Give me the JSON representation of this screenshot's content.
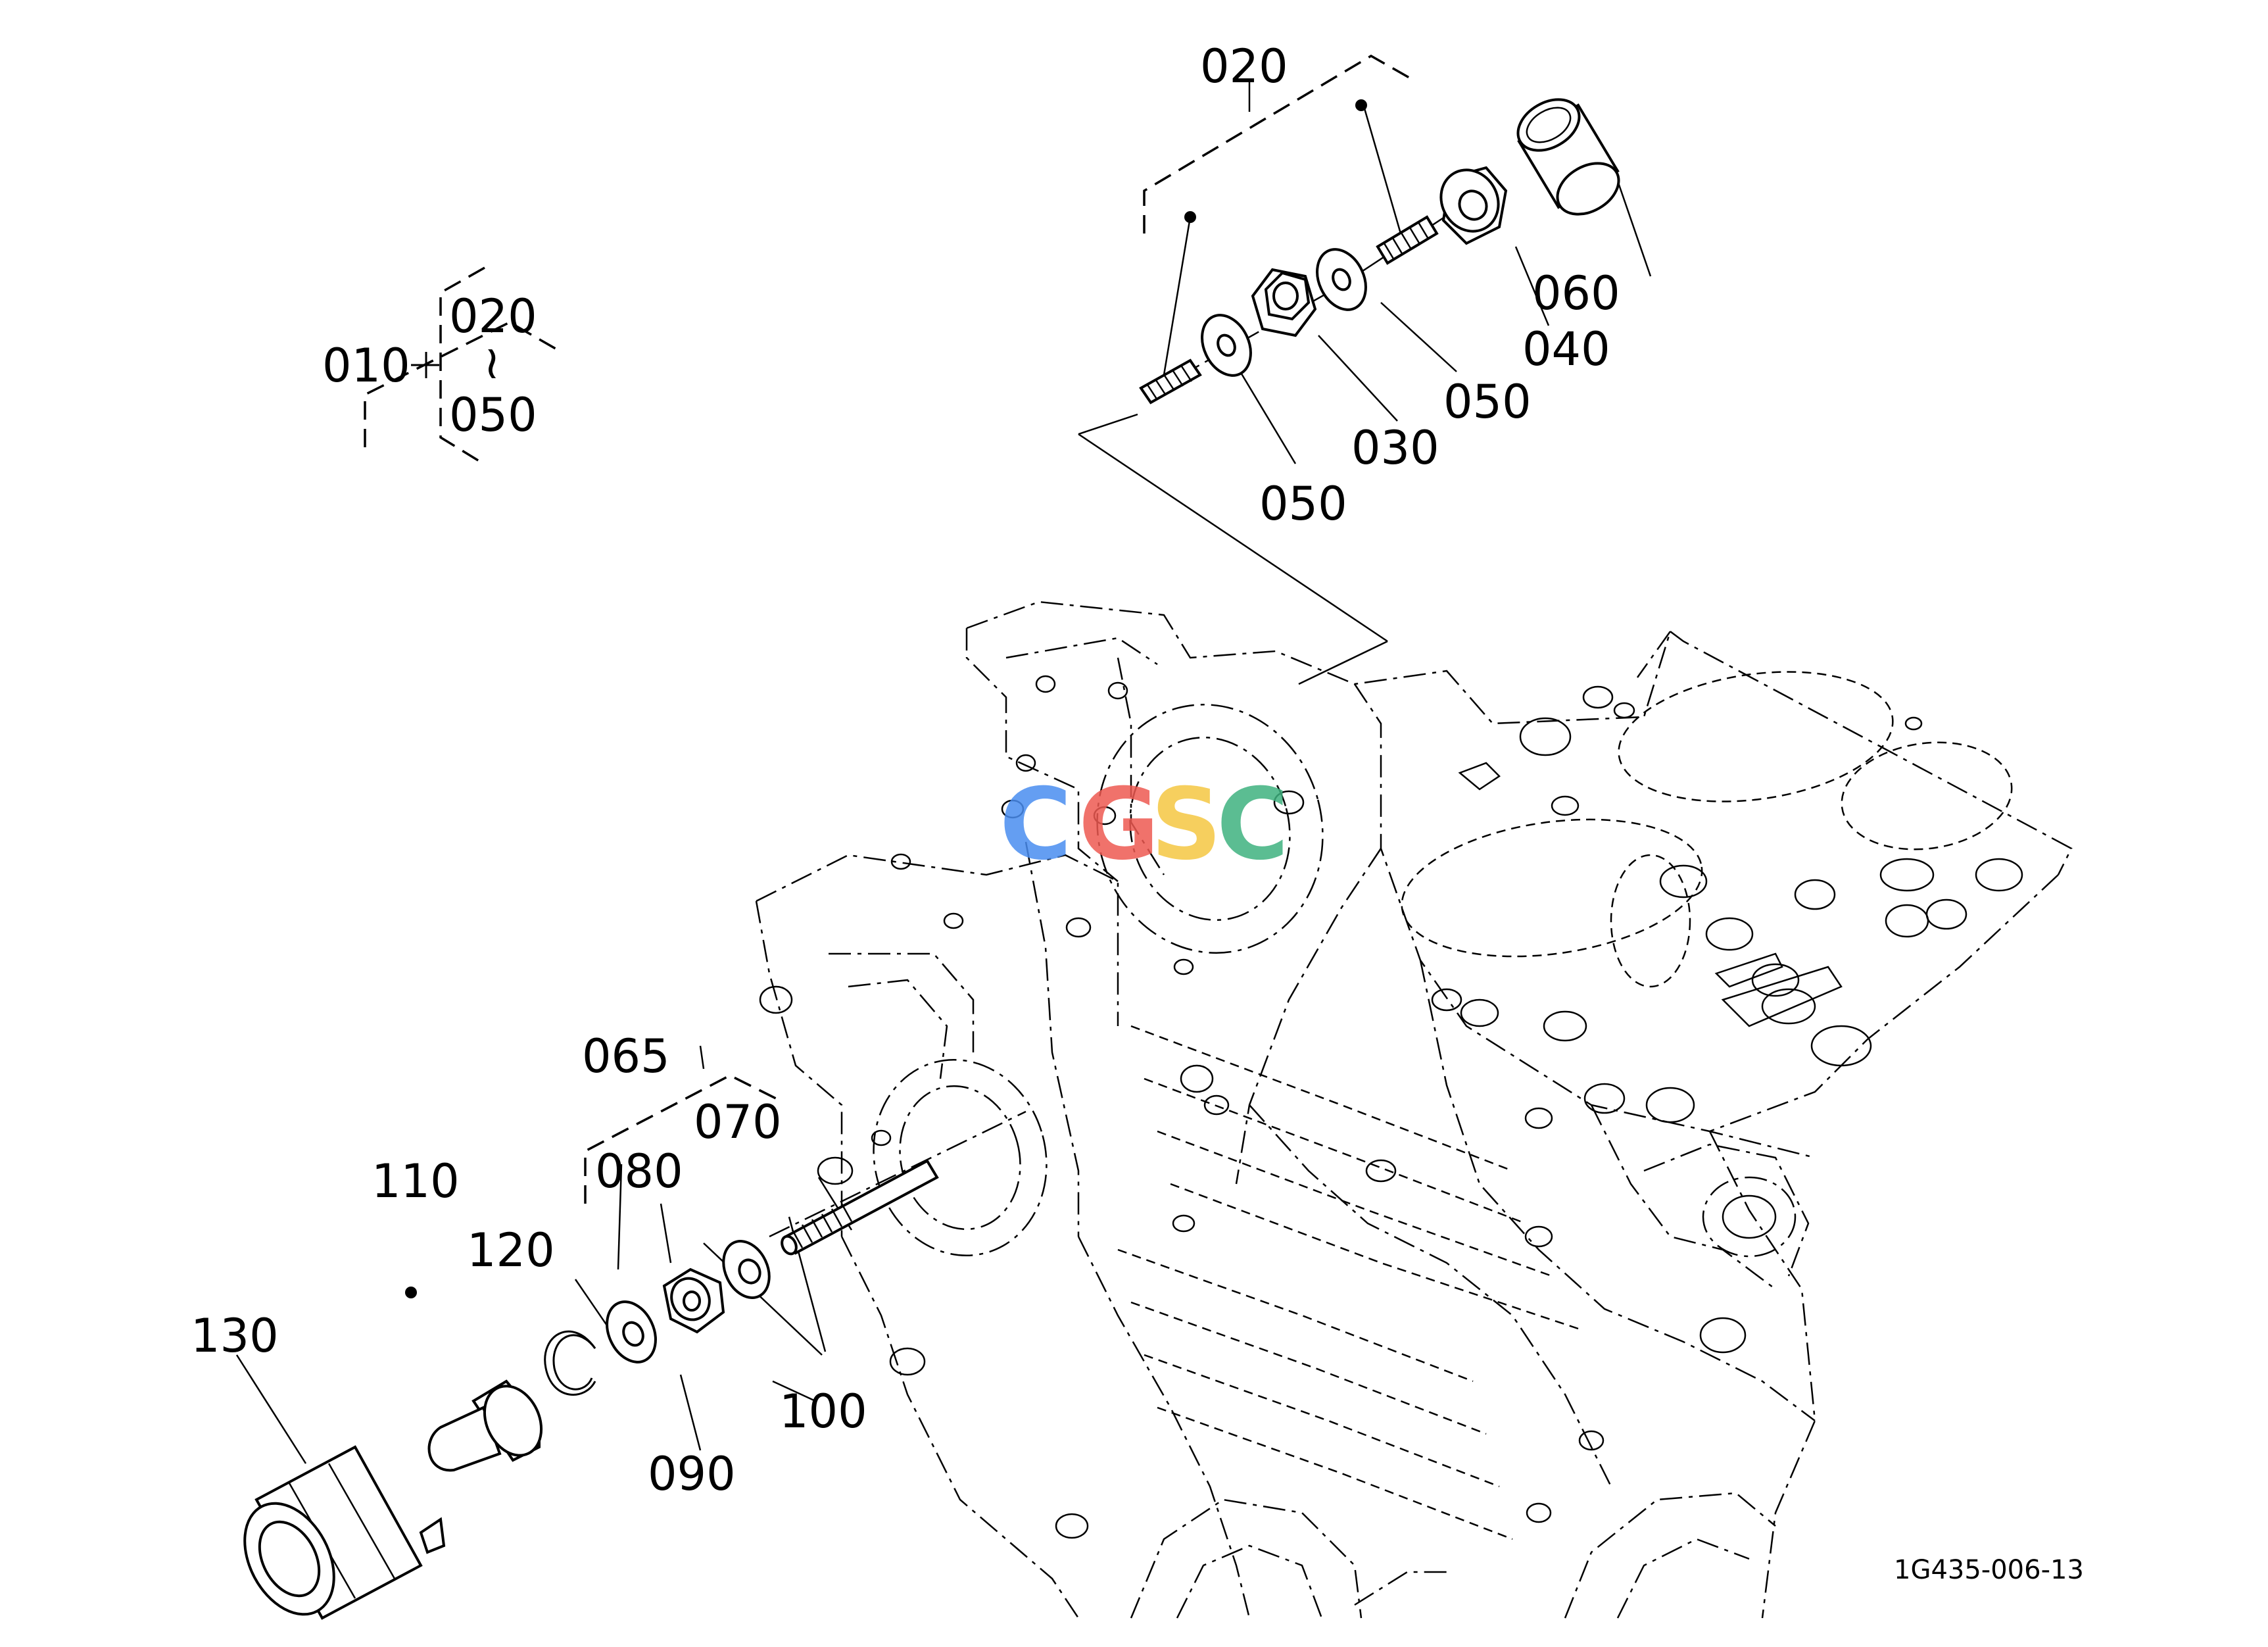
{
  "labels": {
    "p010": "010",
    "p020_top": "020",
    "p020_group": "020",
    "range_sep": "≀",
    "p050_group": "050",
    "p050_a": "050",
    "p050_b": "050",
    "p030": "030",
    "p040": "040",
    "p060": "060",
    "p065": "065",
    "p070": "070",
    "p080": "080",
    "p090": "090",
    "p100": "100",
    "p110": "110",
    "p120": "120",
    "p130": "130"
  },
  "drawing_code": "1G435-006-13",
  "watermark": {
    "letters": [
      "C",
      "G",
      "S",
      "C"
    ],
    "colors": [
      "#4a8ef0",
      "#ee5a52",
      "#f5c742",
      "#3fb27f"
    ]
  }
}
